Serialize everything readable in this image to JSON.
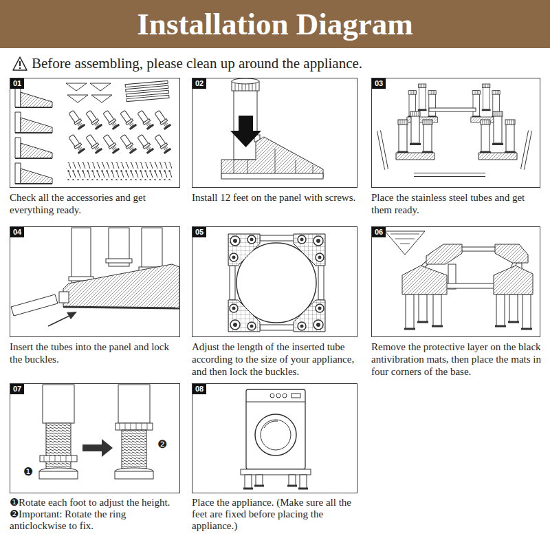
{
  "diagram": {
    "title": "Installation Diagram",
    "nodes": [
      {
        "text": [
          "01",
          "Check all the accessories and get everything ready."
        ]
      },
      {
        "text": [
          "02",
          "Install 12 feet on the panel with screws."
        ]
      },
      {
        "text": [
          "03",
          "Place the stainless steel tubes and get them ready."
        ]
      },
      {
        "text": [
          "04",
          "Insert the tubes into the panel and lock the buckles."
        ]
      },
      {
        "text": [
          "05",
          "Adjust the length of the inserted tube according to the size of your appliance, and then lock the buckles."
        ]
      },
      {
        "text": [
          "06",
          "Remove the protective layer on the black antivibration mats, then place the mats in four corners of the base."
        ]
      },
      {
        "text": [
          "07",
          "❶Rotate each foot to adjust the height. ❷Important: Rotate the ring anticlockwise to fix."
        ]
      },
      {
        "text": [
          "08",
          "Place the appliance. (Make sure all the feet are fixed before placing the appliance.)"
        ]
      }
    ],
    "labels": [
      "Before assembling, please clean up around the appliance.",
      "❶",
      "❷"
    ]
  }
}
